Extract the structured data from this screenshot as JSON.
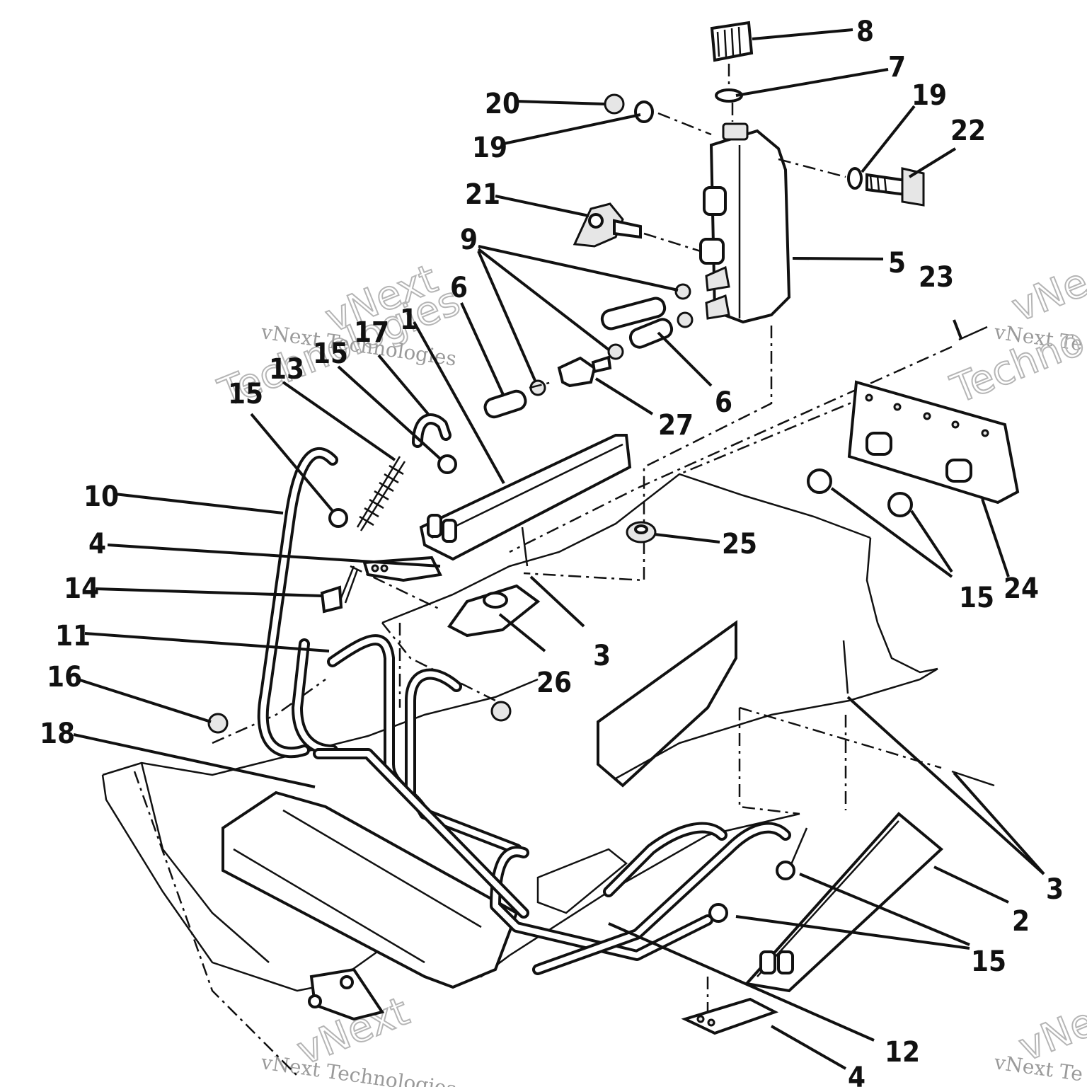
{
  "watermark": {
    "line1": "vNext",
    "line2": "Technologies",
    "line3": "vNext Technologies",
    "line4": "vNext Te",
    "line5": "Techno",
    "line6": "vNe"
  },
  "callouts": {
    "c1": "1",
    "c2": "2",
    "c3a": "3",
    "c3b": "3",
    "c4a": "4",
    "c4b": "4",
    "c5": "5",
    "c6a": "6",
    "c6b": "6",
    "c7": "7",
    "c8": "8",
    "c9": "9",
    "c10": "10",
    "c11": "11",
    "c12": "12",
    "c13": "13",
    "c14": "14",
    "c15a": "15",
    "c15b": "15",
    "c15c": "15",
    "c15d": "15",
    "c16": "16",
    "c17": "17",
    "c18": "18",
    "c19a": "19",
    "c19b": "19",
    "c20": "20",
    "c21": "21",
    "c22": "22",
    "c23": "23",
    "c24": "24",
    "c25": "25",
    "c26": "26",
    "c27": "27"
  }
}
